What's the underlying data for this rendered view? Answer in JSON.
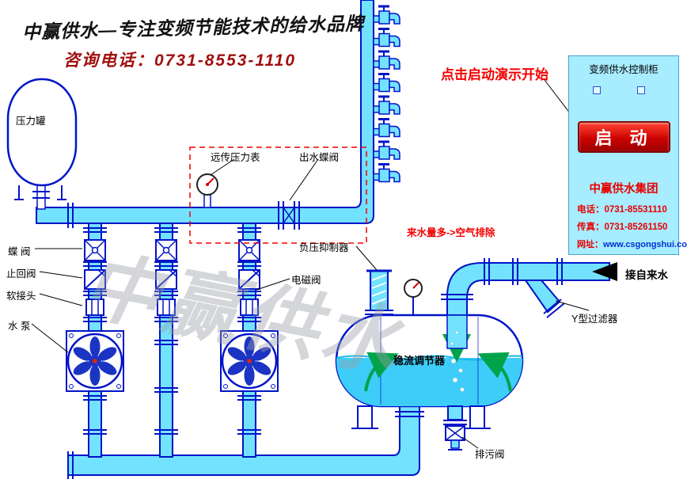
{
  "header": {
    "slogan": "中赢供水—专注变频节能技术的给水品牌",
    "hotline": "咨询电话：0731-8553-1110"
  },
  "demo": {
    "hint": "点击启动演示开始"
  },
  "cabinet": {
    "title": "变频供水控制柜",
    "start_button": "启 动",
    "company": "中赢供水集团",
    "tel": "电话：0731-85531110",
    "fax": "传真：0731-85261150",
    "site_label": "网址：",
    "site_url": "www.csgongshui.com"
  },
  "labels": {
    "pressure_tank": "压力罐",
    "remote_pressure_gauge": "远传压力表",
    "outlet_butterfly_valve": "出水蝶阀",
    "butterfly_valve": "蝶 阀",
    "check_valve": "止回阀",
    "soft_joint": "软接头",
    "water_pump": "水 泵",
    "solenoid_valve": "电磁阀",
    "vacuum_suppressor": "负压抑制器",
    "air_exhaust_note": "来水量多->空气排除",
    "flow_regulator": "稳流调节器",
    "tap_water_inlet": "接自来水",
    "y_filter": "Y型过滤器",
    "drain_valve": "排污阀"
  },
  "watermark": "中赢供水",
  "colors": {
    "pipe_outline": "#0014c8",
    "pipe_fill": "#73e2ff",
    "accent_red": "#ff0000",
    "cabinet_bg": "#a8ecff",
    "button_red": "#cc0000"
  }
}
